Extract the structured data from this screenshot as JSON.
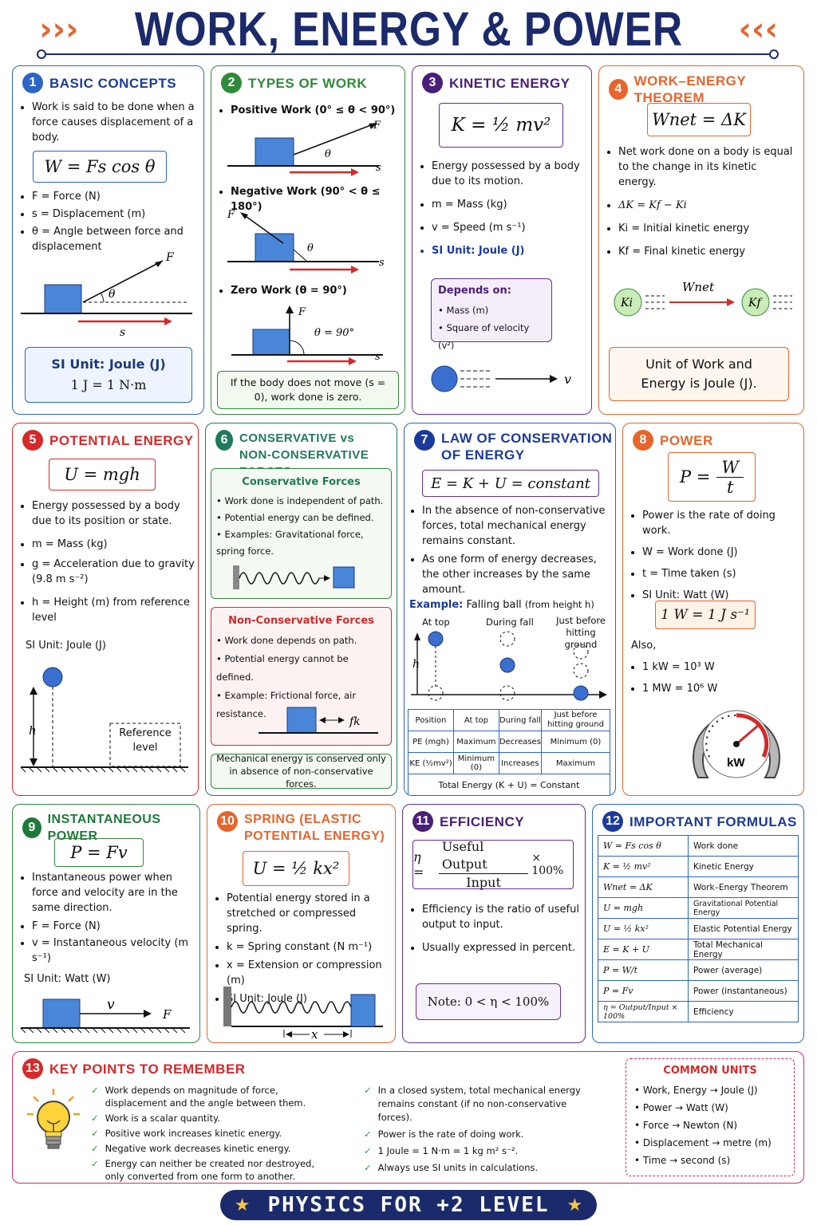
{
  "title": "WORK, ENERGY & POWER",
  "title_chevrons": {
    "left": "›››",
    "right": "‹‹‹"
  },
  "colors": {
    "navy": "#1b2a6b",
    "blue": "#2c64c8",
    "green": "#2f8a3a",
    "purple": "#6a2c91",
    "orange": "#e8642b",
    "red": "#d42a2a",
    "teal": "#1f7a5c"
  },
  "p1": {
    "num": "1",
    "title": "BASIC CONCEPTS",
    "intro": "Work is said to be done when a force causes displacement of a body.",
    "formula": "W = Fs cos θ",
    "defs": [
      "F = Force (N)",
      "s = Displacement (m)",
      "θ = Angle between force and displacement"
    ],
    "fig": {
      "F": "F",
      "theta": "θ",
      "s": "s"
    },
    "unit1": "SI Unit: Joule (J)",
    "unit2": "1 J = 1 N·m"
  },
  "p2": {
    "num": "2",
    "title": "TYPES OF WORK",
    "pos": "Positive Work (0° ≤ θ < 90°)",
    "neg": "Negative Work (90° < θ ≤ 180°)",
    "zero": "Zero Work (θ = 90°)",
    "fig": {
      "F": "F",
      "theta": "θ",
      "s": "s",
      "theta90": "θ = 90°"
    },
    "note": "If the body does not move (s = 0), work done is zero."
  },
  "p3": {
    "num": "3",
    "title": "KINETIC ENERGY",
    "formula": "K = ½ mv²",
    "items": [
      "Energy possessed by a body due to its motion.",
      "m = Mass (kg)",
      "v = Speed (m s⁻¹)",
      "SI Unit: Joule (J)"
    ],
    "depends_title": "Depends on:",
    "depends": [
      "Mass (m)",
      "Square of velocity (v²)"
    ],
    "fig_v": "v"
  },
  "p4": {
    "num": "4",
    "title": "WORK–ENERGY THEOREM",
    "formula": "Wnet = ΔK",
    "items": [
      "Net work done on a body is equal to the change in its kinetic energy.",
      "ΔK = Kf − Ki",
      "Ki = Initial kinetic energy",
      "Kf = Final kinetic energy"
    ],
    "fig": {
      "ki": "Ki",
      "kf": "Kf",
      "wnet": "Wnet"
    },
    "note": "Unit of Work and Energy is Joule (J)."
  },
  "p5": {
    "num": "5",
    "title": "POTENTIAL ENERGY",
    "formula": "U = mgh",
    "items": [
      "Energy possessed by a body due to its position or state.",
      "m = Mass (kg)",
      "g = Acceleration due to gravity (9.8 m s⁻²)",
      "h = Height (m) from reference level"
    ],
    "unit": "SI Unit: Joule (J)",
    "fig": {
      "h": "h",
      "ref": "Reference level"
    }
  },
  "p6": {
    "num": "6",
    "title1": "CONSERVATIVE vs",
    "title2": "NON-CONSERVATIVE FORCES",
    "cons_title": "Conservative Forces",
    "cons": [
      "Work done is independent of path.",
      "Potential energy can be defined.",
      "Examples: Gravitational force, spring force."
    ],
    "noncons_title": "Non-Conservative Forces",
    "noncons": [
      "Work done depends on path.",
      "Potential energy cannot be defined.",
      "Example: Frictional force, air resistance."
    ],
    "fk": "fk",
    "note": "Mechanical energy is conserved only in absence of non-conservative forces."
  },
  "p7": {
    "num": "7",
    "title1": "LAW OF CONSERVATION",
    "title2": "OF ENERGY",
    "formula": "E = K + U = constant",
    "items": [
      "In the absence of non-conservative forces, total mechanical energy remains constant.",
      "As one form of energy decreases, the other increases by the same amount."
    ],
    "example_label": "Example:",
    "example_text": "Falling ball",
    "example_small": "(from height h)",
    "fig": {
      "top": "At top",
      "during": "During fall",
      "before": "Just before hitting ground",
      "h": "h"
    },
    "table": {
      "header": [
        "Position",
        "At top",
        "During fall",
        "Just before hitting ground"
      ],
      "rows": [
        [
          "PE (mgh)",
          "Maximum",
          "Decreases",
          "Minimum (0)"
        ],
        [
          "KE (½mv²)",
          "Minimum (0)",
          "Increases",
          "Maximum"
        ]
      ],
      "total": "Total Energy (K + U) = Constant"
    }
  },
  "p8": {
    "num": "8",
    "title": "POWER",
    "formula_lhs": "P =",
    "formula_num": "W",
    "formula_den": "t",
    "items": [
      "Power is the rate of doing work.",
      "W = Work done (J)",
      "t = Time taken (s)",
      "SI Unit: Watt (W)"
    ],
    "unitbox": "1 W = 1 J s⁻¹",
    "also": "Also,",
    "also_items": [
      "1 kW = 10³ W",
      "1 MW = 10⁶ W"
    ],
    "gauge_label": "kW"
  },
  "p9": {
    "num": "9",
    "title": "INSTANTANEOUS POWER",
    "formula": "P = Fv",
    "items": [
      "Instantaneous power when force and velocity are in the same direction.",
      "F = Force (N)",
      "v = Instantaneous velocity (m s⁻¹)"
    ],
    "unit": "SI Unit: Watt (W)",
    "fig": {
      "v": "v",
      "F": "F"
    }
  },
  "p10": {
    "num": "10",
    "title1": "SPRING (ELASTIC",
    "title2": "POTENTIAL ENERGY)",
    "formula": "U = ½ kx²",
    "items": [
      "Potential energy stored in a stretched or compressed spring.",
      "k = Spring constant (N m⁻¹)",
      "x = Extension or compression (m)",
      "SI Unit: Joule (J)"
    ],
    "fig_x": "x"
  },
  "p11": {
    "num": "11",
    "title": "EFFICIENCY",
    "eta": "η =",
    "num_text": "Useful Output",
    "den_text": "Input",
    "pct": "× 100%",
    "items": [
      "Efficiency is the ratio of useful output to input.",
      "Usually expressed in percent."
    ],
    "note": "Note: 0 < η < 100%"
  },
  "p12": {
    "num": "12",
    "title": "IMPORTANT FORMULAS",
    "rows": [
      [
        "W = Fs cos θ",
        "Work done"
      ],
      [
        "K = ½ mv²",
        "Kinetic Energy"
      ],
      [
        "Wnet = ΔK",
        "Work–Energy Theorem"
      ],
      [
        "U = mgh",
        "Gravitational Potential Energy"
      ],
      [
        "U = ½ kx²",
        "Elastic Potential Energy"
      ],
      [
        "E = K + U",
        "Total Mechanical Energy"
      ],
      [
        "P = W/t",
        "Power (average)"
      ],
      [
        "P = Fv",
        "Power (instantaneous)"
      ],
      [
        "η = Output/Input × 100%",
        "Efficiency"
      ]
    ]
  },
  "p13": {
    "num": "13",
    "title": "KEY POINTS TO REMEMBER",
    "col1": [
      "Work depends on magnitude of force, displacement and the angle between them.",
      "Work is a scalar quantity.",
      "Positive work increases kinetic energy.",
      "Negative work decreases kinetic energy.",
      "Energy can neither be created nor destroyed, only converted from one form to another."
    ],
    "col2": [
      "In a closed system, total mechanical energy remains constant (if no non-conservative forces).",
      "Power is the rate of doing work.",
      "1 Joule = 1 N·m = 1 kg m² s⁻².",
      "Always use SI units in calculations."
    ],
    "units_title": "COMMON UNITS",
    "units": [
      "Work, Energy → Joule (J)",
      "Power → Watt (W)",
      "Force → Newton (N)",
      "Displacement → metre (m)",
      "Time → second (s)"
    ]
  },
  "footer": "PHYSICS FOR +2 LEVEL",
  "footer_star": "★"
}
